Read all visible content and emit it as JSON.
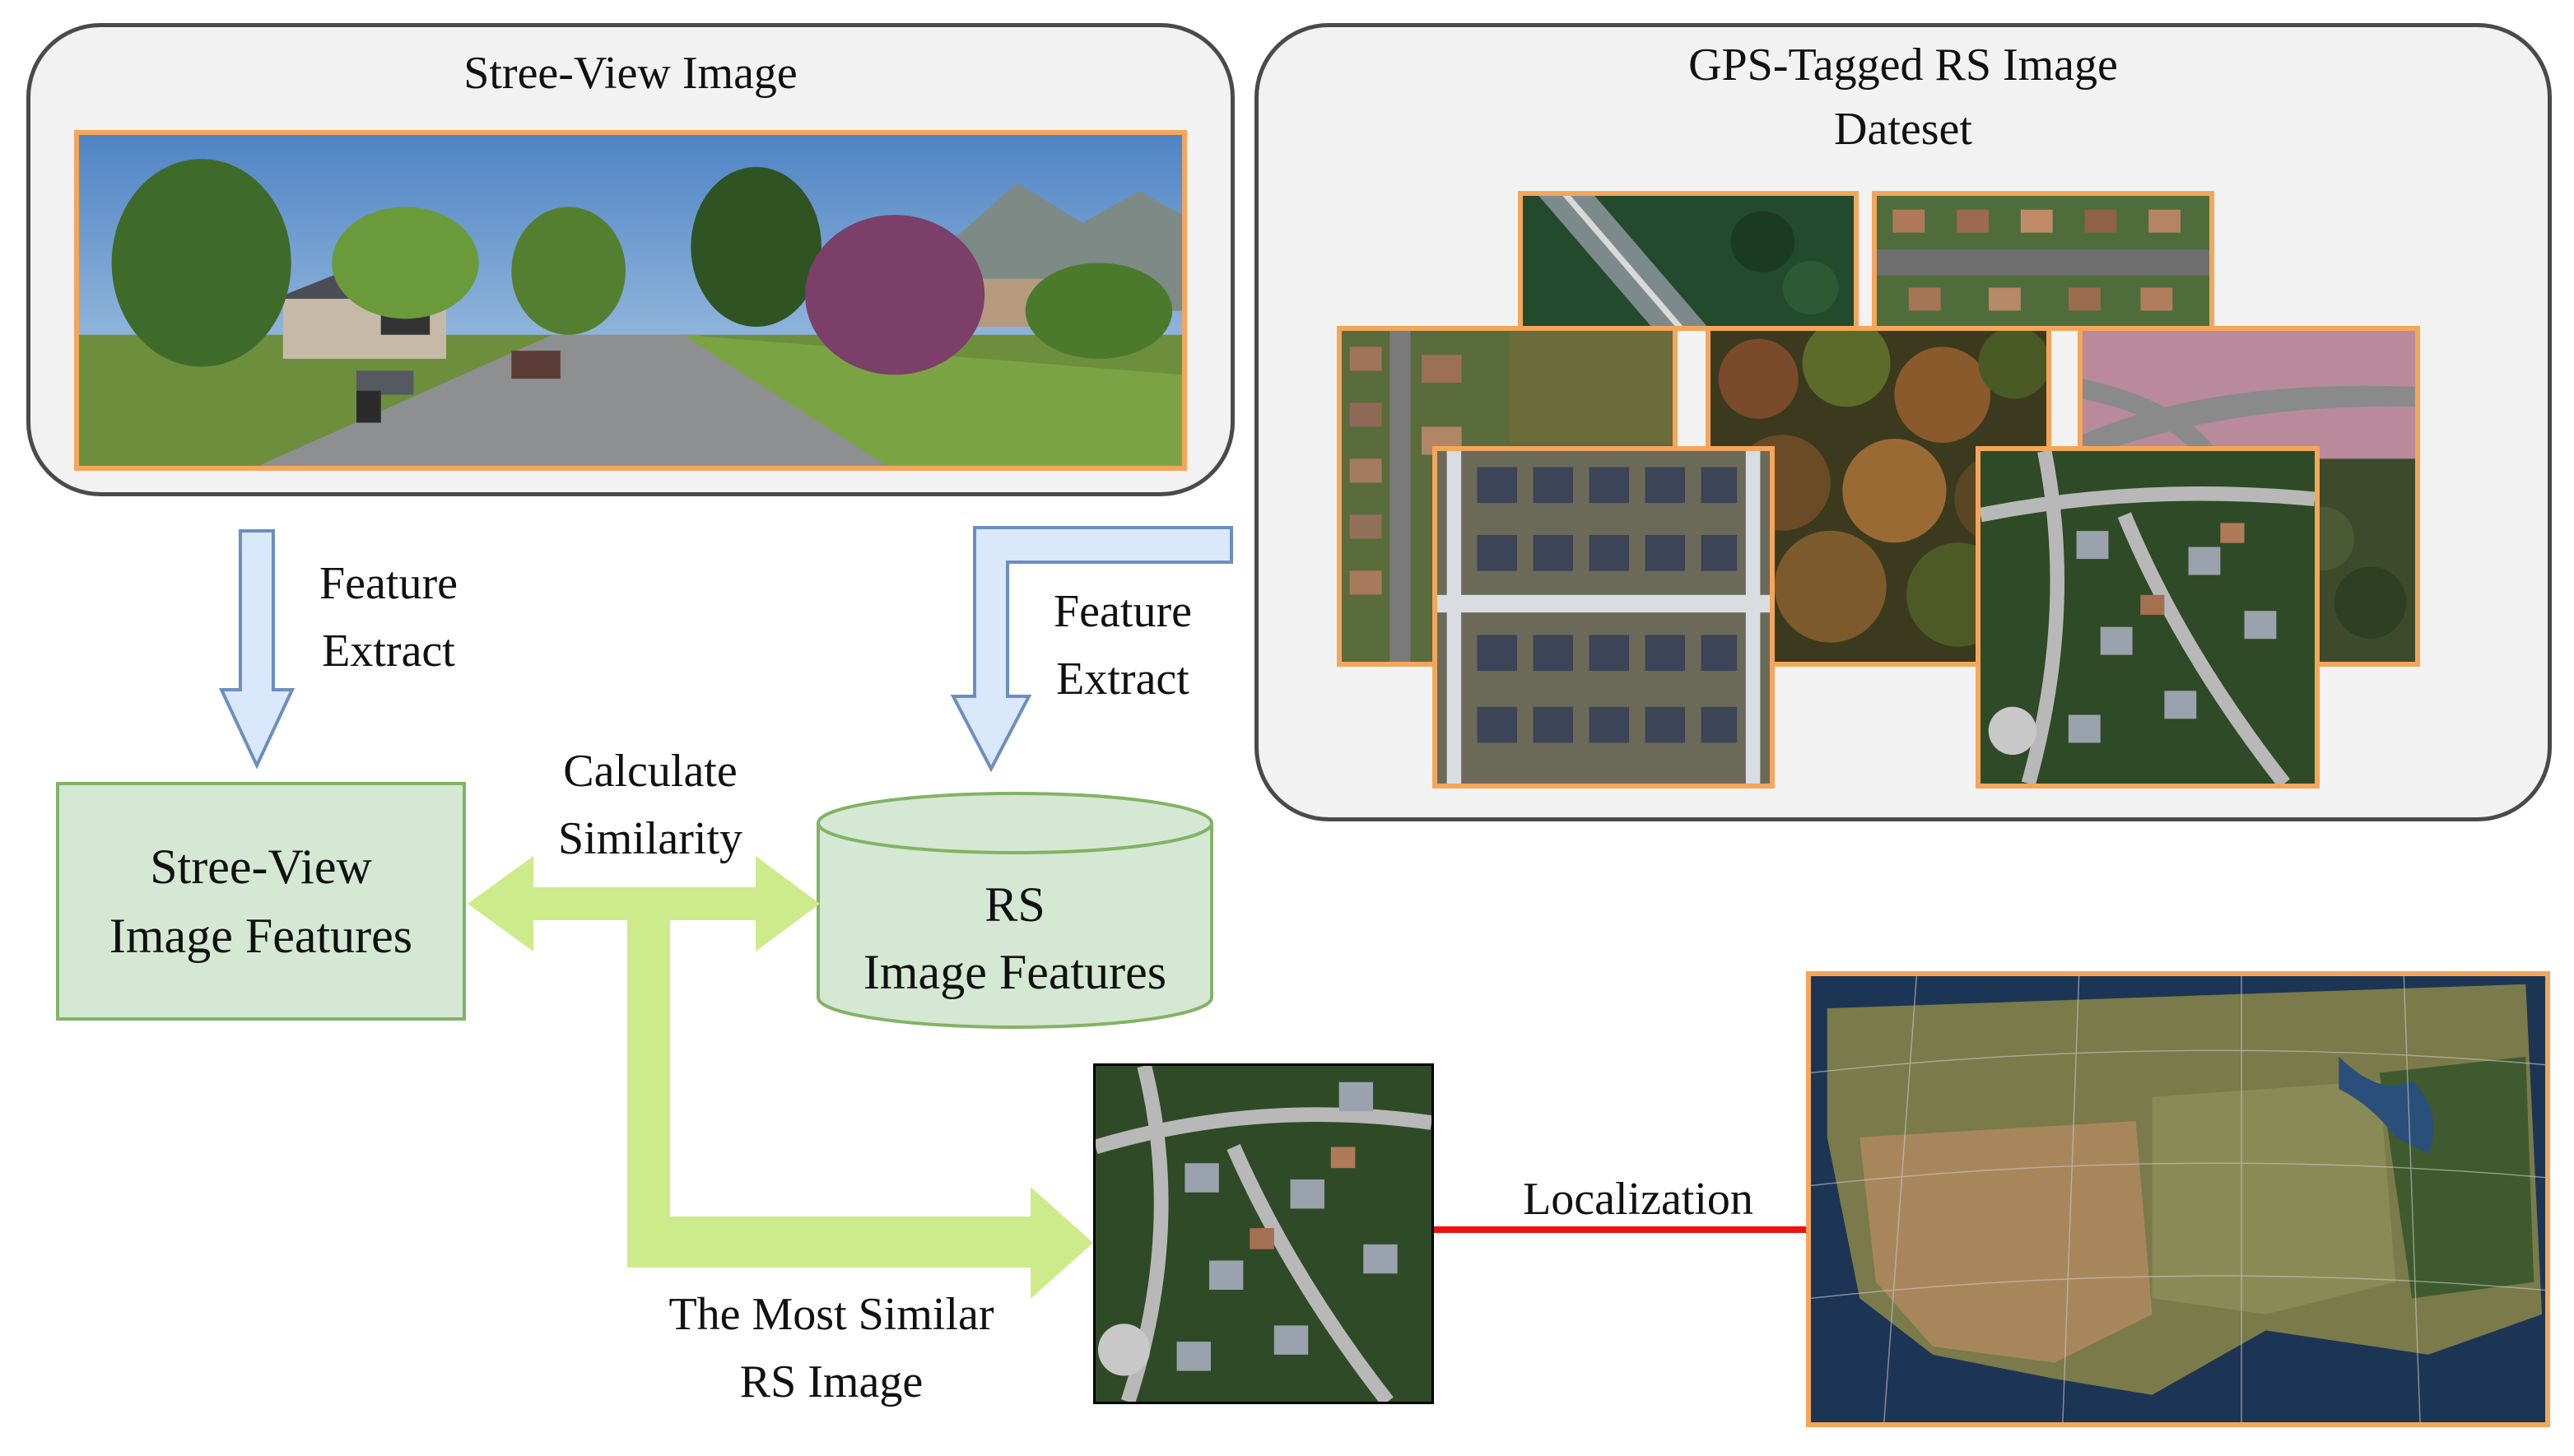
{
  "panels": {
    "street_view": {
      "title": "Stree-View Image"
    },
    "rs_dataset": {
      "title_line1": "GPS-Tagged RS Image",
      "title_line2": "Dateset"
    }
  },
  "labels": {
    "feature_extract_left": {
      "line1": "Feature",
      "line2": "Extract"
    },
    "feature_extract_right": {
      "line1": "Feature",
      "line2": "Extract"
    },
    "calculate_similarity": {
      "line1": "Calculate",
      "line2": "Similarity"
    },
    "most_similar": {
      "line1": "The Most Similar",
      "line2": "RS Image"
    },
    "localization": "Localization"
  },
  "boxes": {
    "street_features": {
      "line1": "Stree-View",
      "line2": "Image Features"
    },
    "rs_features": {
      "line1": "RS",
      "line2": "Image Features"
    }
  },
  "colors": {
    "image_border": "#f4a65a",
    "feature_arrow_fill": "#dae8fc",
    "feature_arrow_stroke": "#6c8ebf",
    "similarity_arrow": "#cdeb8b",
    "localization_arrow": "#ee1111",
    "box_fill": "#d5e8d4",
    "box_stroke": "#82b366"
  }
}
